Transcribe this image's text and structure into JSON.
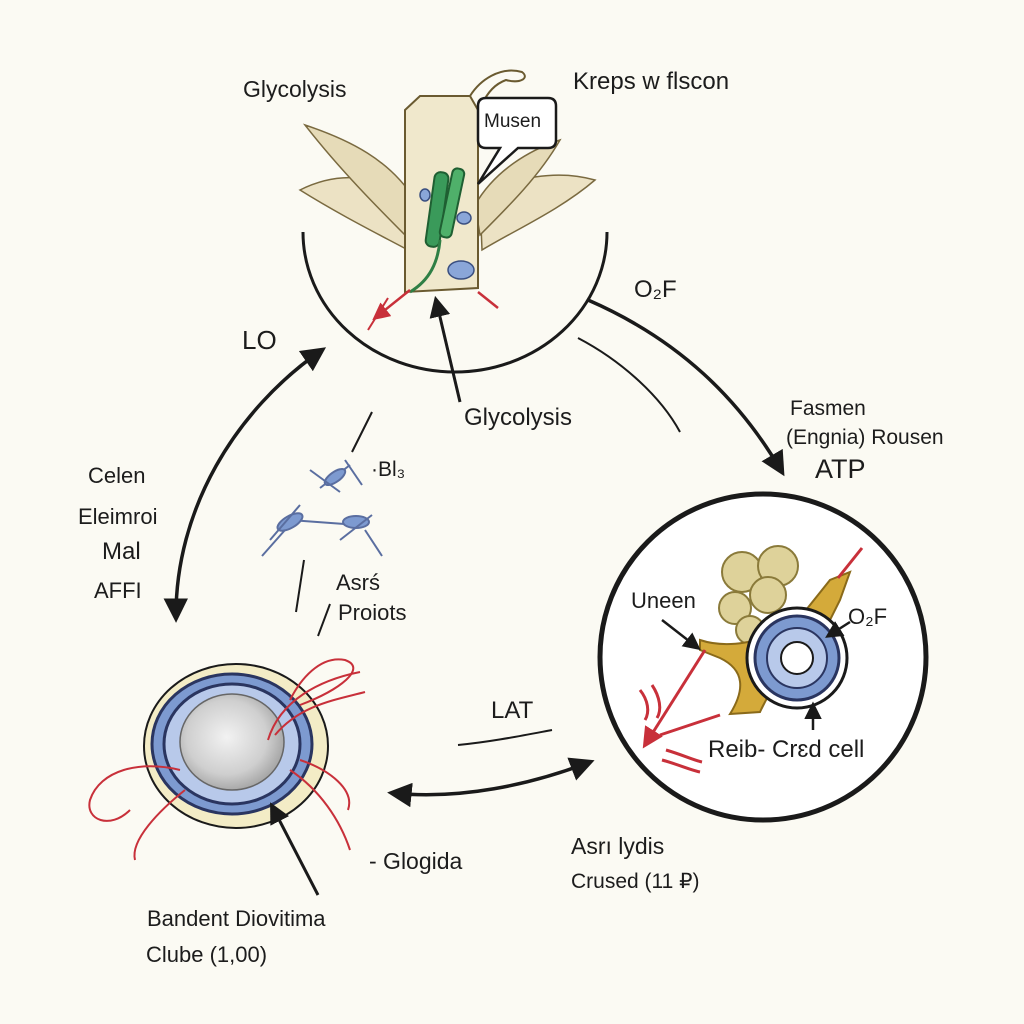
{
  "labels": {
    "glycolysis_top": "Glycolysis",
    "kreps": "Kreps w flscon",
    "musen": "Musen",
    "o2f_top": "O₂F",
    "lo": "LO",
    "glycolysis_mid": "Glycolysis",
    "fasmen": "Fasmen",
    "engnia": "(Engnia) Rousen",
    "atp": "ATP",
    "celen": "Celen",
    "eleimroi": "Eleimroi",
    "mal": "Mal",
    "affi": "AFFI",
    "bl": "·Bl₃",
    "asrs": "Asrś",
    "proiots": "Proiots",
    "uneen": "Uneen",
    "o2f_right": "O₂F",
    "lat": "LAT",
    "reib": "Reib- Crɛd cell",
    "glogida": "- Glogida",
    "asrilydis": "Asrı lydis",
    "crused": "Crused (11 ₽)",
    "bandent": "Bandent Diovitima",
    "clube": "Clube (1,00)"
  },
  "colors": {
    "background": "#fbfaf3",
    "line": "#1a1a1a",
    "leaf": "#e8dfc0",
    "green": "#3a9a5a",
    "blue": "#7d9ad0",
    "red": "#c8303a",
    "gold": "#d4aa3a"
  }
}
